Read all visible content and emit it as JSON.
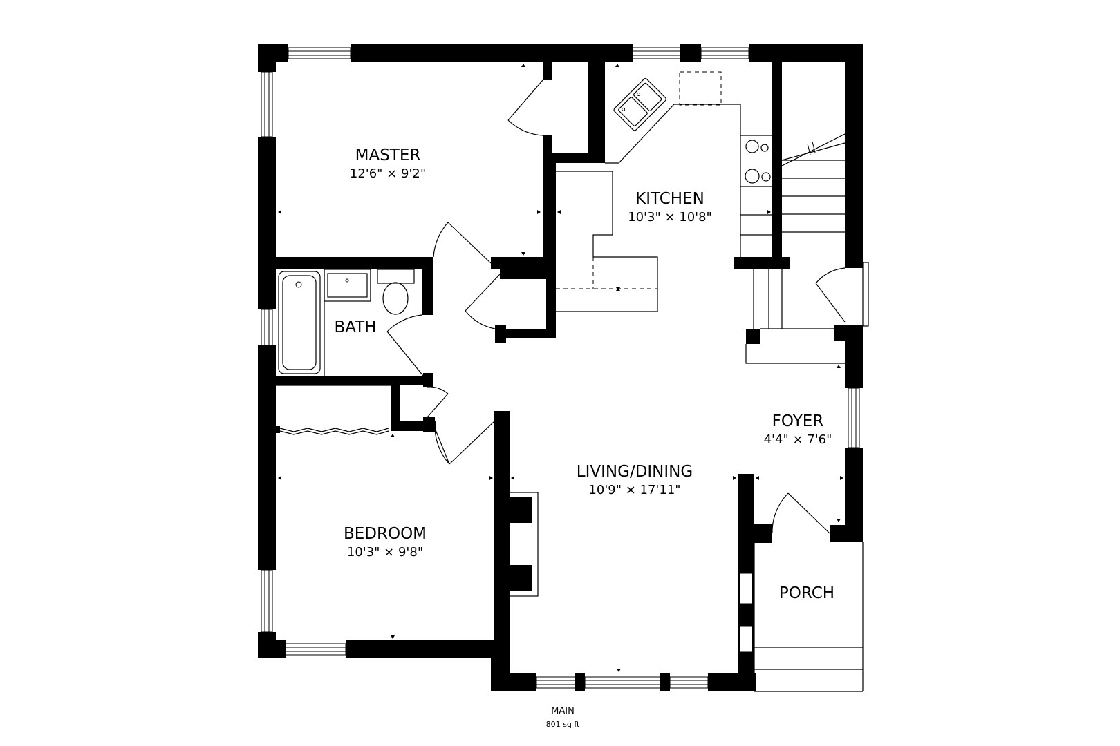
{
  "floor": {
    "name": "MAIN",
    "area": "801 sq ft"
  },
  "rooms": {
    "master": {
      "name": "MASTER",
      "dims": "12'6\" × 9'2\""
    },
    "kitchen": {
      "name": "KITCHEN",
      "dims": "10'3\" × 10'8\""
    },
    "bath": {
      "name": "BATH"
    },
    "foyer": {
      "name": "FOYER",
      "dims": "4'4\" × 7'6\""
    },
    "living": {
      "name": "LIVING/DINING",
      "dims": "10'9\" × 17'11\""
    },
    "bedroom": {
      "name": "BEDROOM",
      "dims": "10'3\" × 9'8\""
    },
    "porch": {
      "name": "PORCH"
    }
  }
}
